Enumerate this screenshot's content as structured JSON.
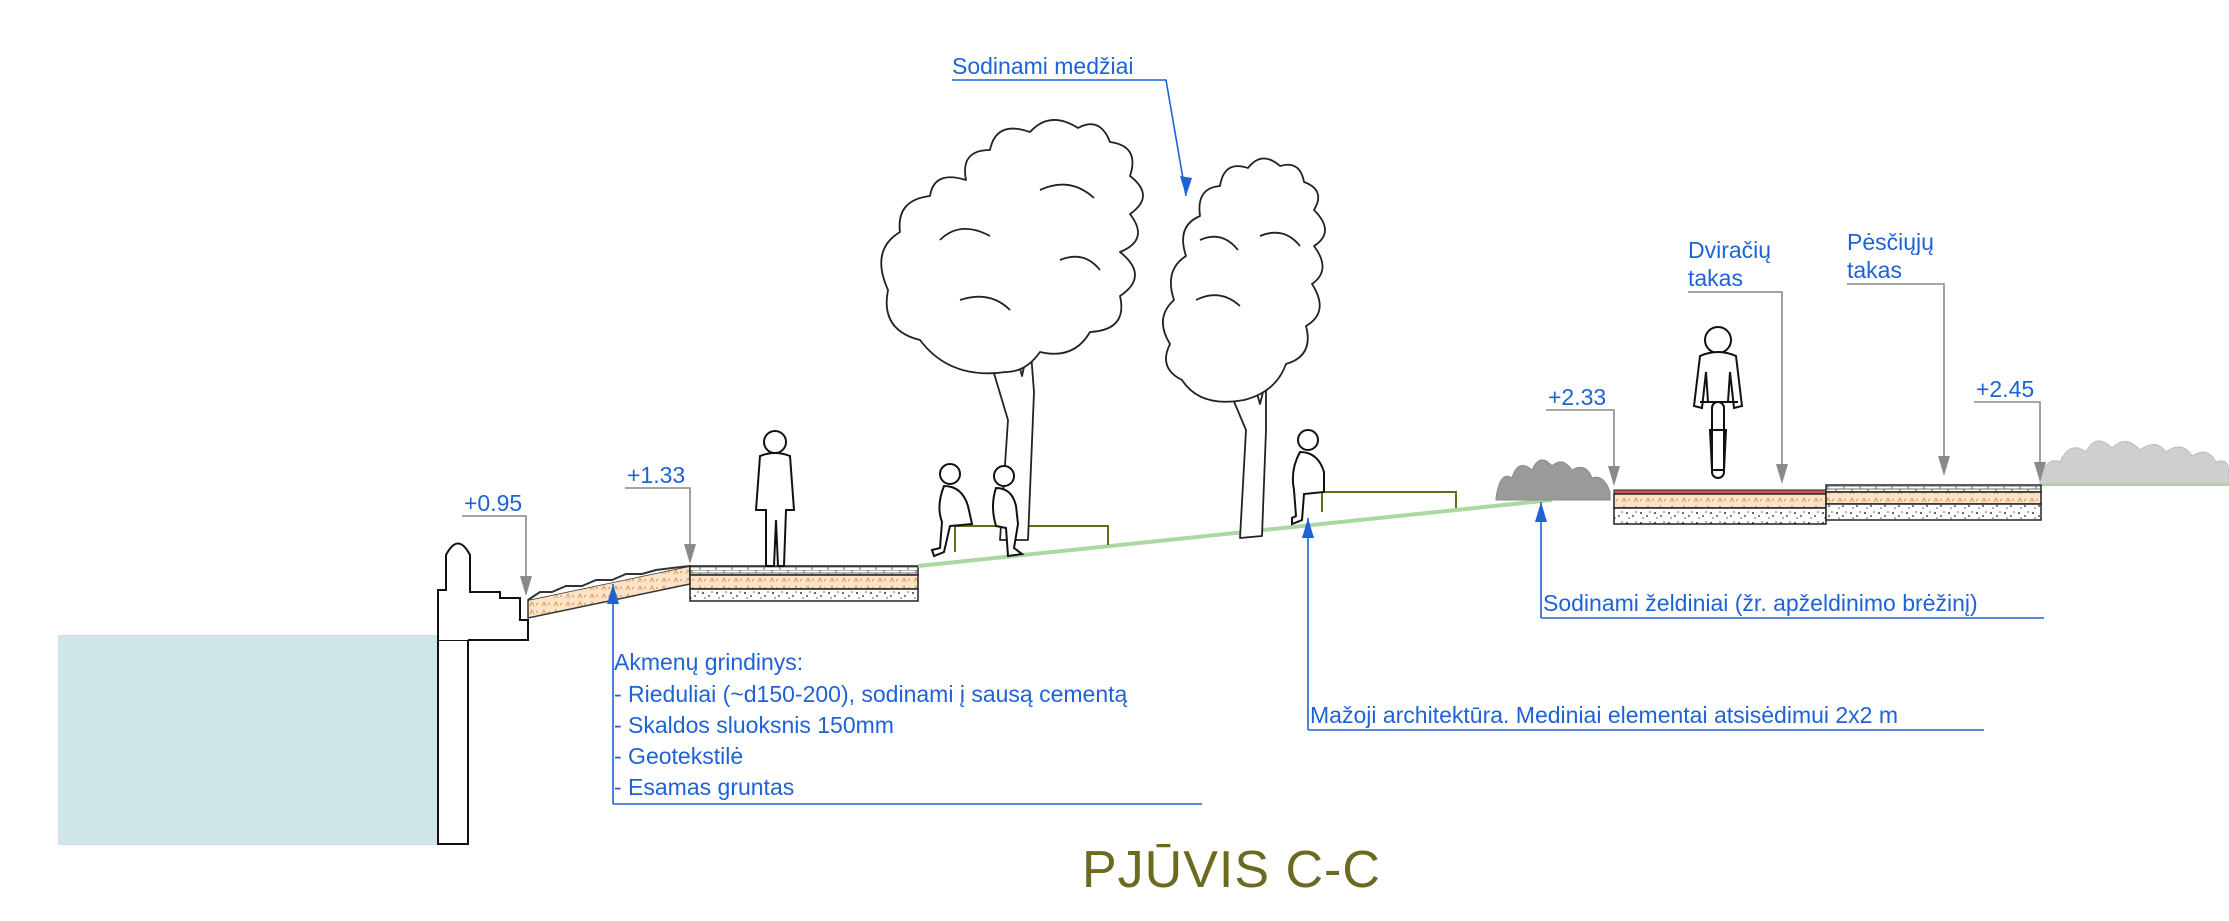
{
  "title": "PJŪVIS C-C",
  "levels": {
    "l095": "+0.95",
    "l133": "+1.33",
    "l233": "+2.33",
    "l245": "+2.45"
  },
  "labels": {
    "trees": "Sodinami medžiai",
    "bike_1": "Dviračių",
    "bike_2": "takas",
    "ped_1": "Pėsčiųjų",
    "ped_2": "takas",
    "greenery": "Sodinami želdiniai (žr. apželdinimo brėžinį)",
    "small_arch": "Mažoji architektūra. Mediniai elementai atsisėdimui 2x2 m"
  },
  "paving": {
    "heading": "Akmenų grindinys:",
    "lines": [
      "- Rieduliai (~d150-200), sodinami į sausą cementą",
      "- Skaldos sluoksnis 150mm",
      "- Geotekstilė",
      "- Esamas gruntas"
    ]
  },
  "colors": {
    "annotation": "#1e63d6",
    "title": "#6b6a1f",
    "water": "#cfe5e7",
    "grass_line": "#a9d9a0",
    "bike_path_surface": "#d9534f",
    "sand_layer": "#f4c99a",
    "bench_outline": "#6b6a1f"
  },
  "icons": {
    "person_standing": "standing-person-icon",
    "person_sitting": "sitting-person-icon",
    "cyclist": "cyclist-icon",
    "tree": "tree-icon",
    "shrub": "shrub-icon"
  }
}
